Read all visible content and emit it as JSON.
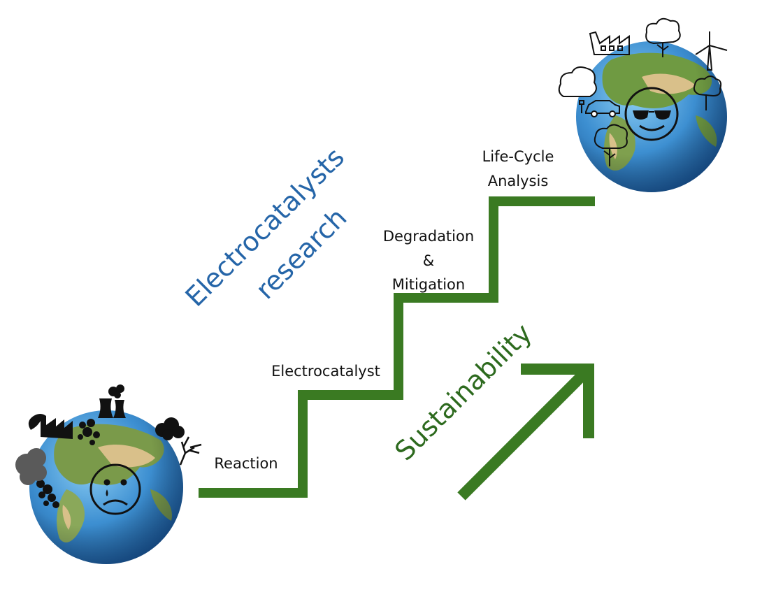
{
  "colors": {
    "stair_green": "#3a7a22",
    "title_blue": "#2565a8",
    "sustain_green": "#2d6a1e",
    "ocean": "#3d8fd1",
    "ocean_dark": "#1e5e9c",
    "land": "#7a9a4a",
    "desert": "#d9c08a",
    "ink": "#111111"
  },
  "steps": {
    "reaction": "Reaction",
    "electrocatalyst": "Electrocatalyst",
    "degradation": [
      "Degradation",
      "&",
      "Mitigation"
    ],
    "lifecycle": [
      "Life-Cycle",
      "Analysis"
    ]
  },
  "headline": [
    "Electrocatalysts",
    "research"
  ],
  "trend_label": "Sustainability",
  "icons": {
    "left_globe": "polluted-earth-icon",
    "right_globe": "healthy-earth-icon"
  }
}
